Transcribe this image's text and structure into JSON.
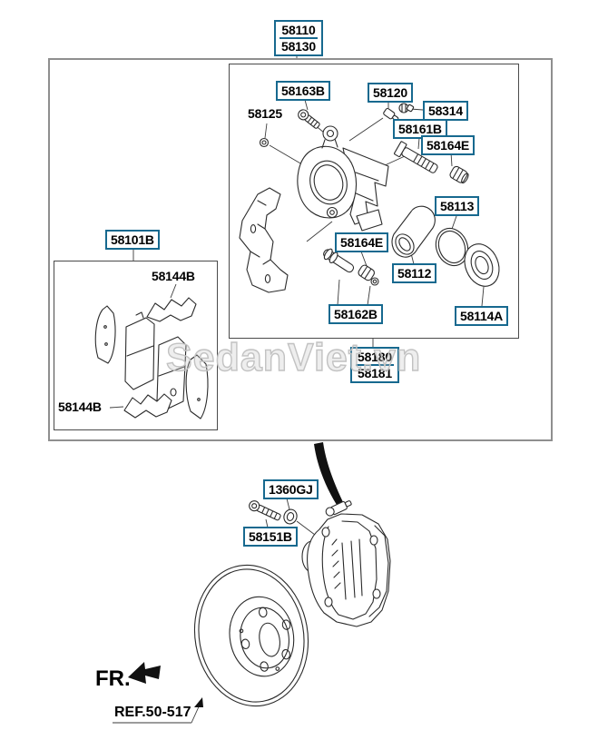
{
  "watermark": {
    "text": "SedanViet.vn"
  },
  "colors": {
    "callout_border": "#17698f",
    "line_art": "#2b2b2b",
    "outer_frame": "#8f8f8f"
  },
  "parts": {
    "brake_caliper_kit": {
      "lines": [
        "58110",
        "58130"
      ]
    },
    "guide_bolt": "58163B",
    "washer_spring": "58125",
    "bleeder_screw": "58120",
    "bleeder_cap": "58314",
    "guide_rod": "58161B",
    "rod_bushing": "58164E",
    "piston_seal": "58113",
    "piston": "58112",
    "pin_bushing": "58164E",
    "pin_boot_set": "58162B",
    "piston_boot": "58114A",
    "pad_kit": "58101B",
    "pad_spring_upper": "58144B",
    "pad_spring_lower": "58144B",
    "caliper_carrier_kit": {
      "lines": [
        "58180",
        "58181"
      ]
    },
    "mounting_bolt": "1360GJ",
    "caliper_assembly": "58151B"
  },
  "annotations": {
    "front_marker": "FR.",
    "disc_reference": "REF.50-517"
  }
}
